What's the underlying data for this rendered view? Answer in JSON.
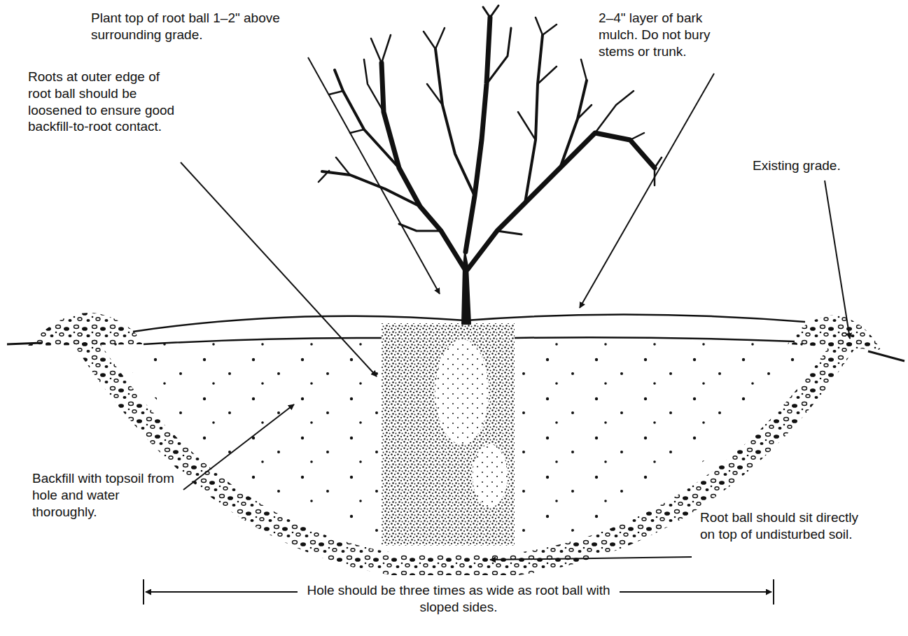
{
  "diagram": {
    "labels": [
      "Plant top of root ball 1–2\" above surrounding grade.",
      "2–4\" layer of bark mulch. Do not bury stems or trunk.",
      "Roots at outer edge of root ball should be loosened to ensure good backfill-to-root contact.",
      "Existing grade.",
      "Backfill with topsoil from hole and water thoroughly.",
      "Root ball should sit directly on top of undisturbed soil.",
      "Hole should be three times as wide as root ball with sloped sides."
    ]
  }
}
